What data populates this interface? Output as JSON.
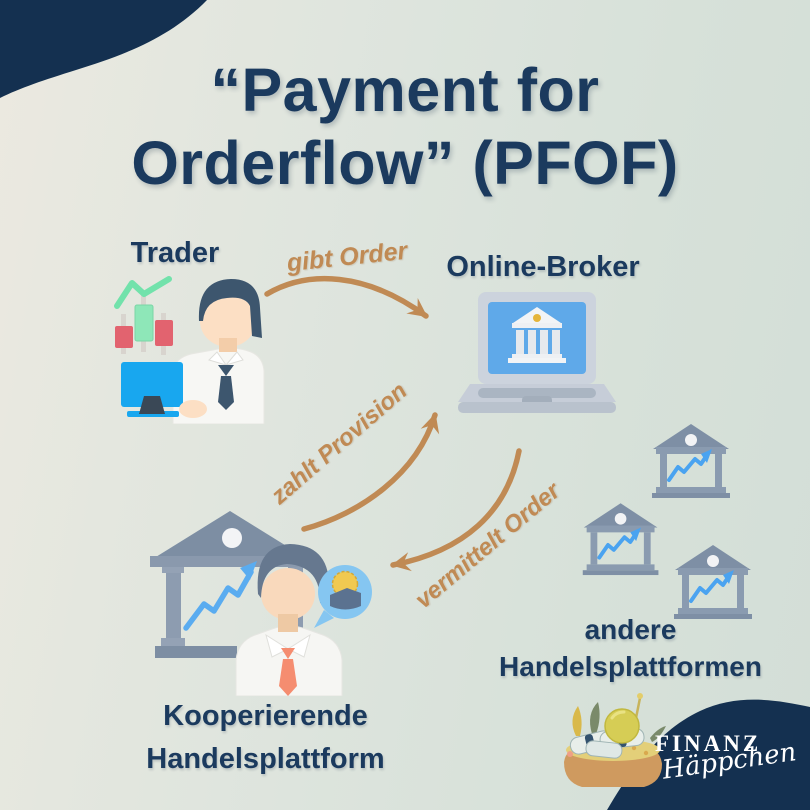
{
  "title": {
    "line1": "“Payment for",
    "line2": "Orderflow” (PFOF)"
  },
  "nodes": {
    "trader": {
      "label": "Trader"
    },
    "broker": {
      "label": "Online-Broker"
    },
    "cooperating_platform": {
      "line1": "Kooperierende",
      "line2": "Handelsplattform"
    },
    "other_platforms": {
      "line1": "andere",
      "line2": "Handelsplattformen"
    }
  },
  "flows": {
    "trader_to_broker": {
      "label": "gibt Order"
    },
    "platform_to_broker": {
      "label": "zahlt Provision"
    },
    "broker_to_platform": {
      "label": "vermittelt Order"
    }
  },
  "logo": {
    "line1": "FINANZ",
    "line2": "Häppchen"
  },
  "palette": {
    "corner_blob_navy": "#143050",
    "heading_navy": "#1b3a5e",
    "arrow_tan": "#c08a54",
    "chart_blue": "#56aaef",
    "bank_gray_blue": "#7d8ea3",
    "laptop_screen_blue": "#5fa9e9",
    "background_left": "#ece9e0",
    "background_right": "#d3ded7"
  }
}
